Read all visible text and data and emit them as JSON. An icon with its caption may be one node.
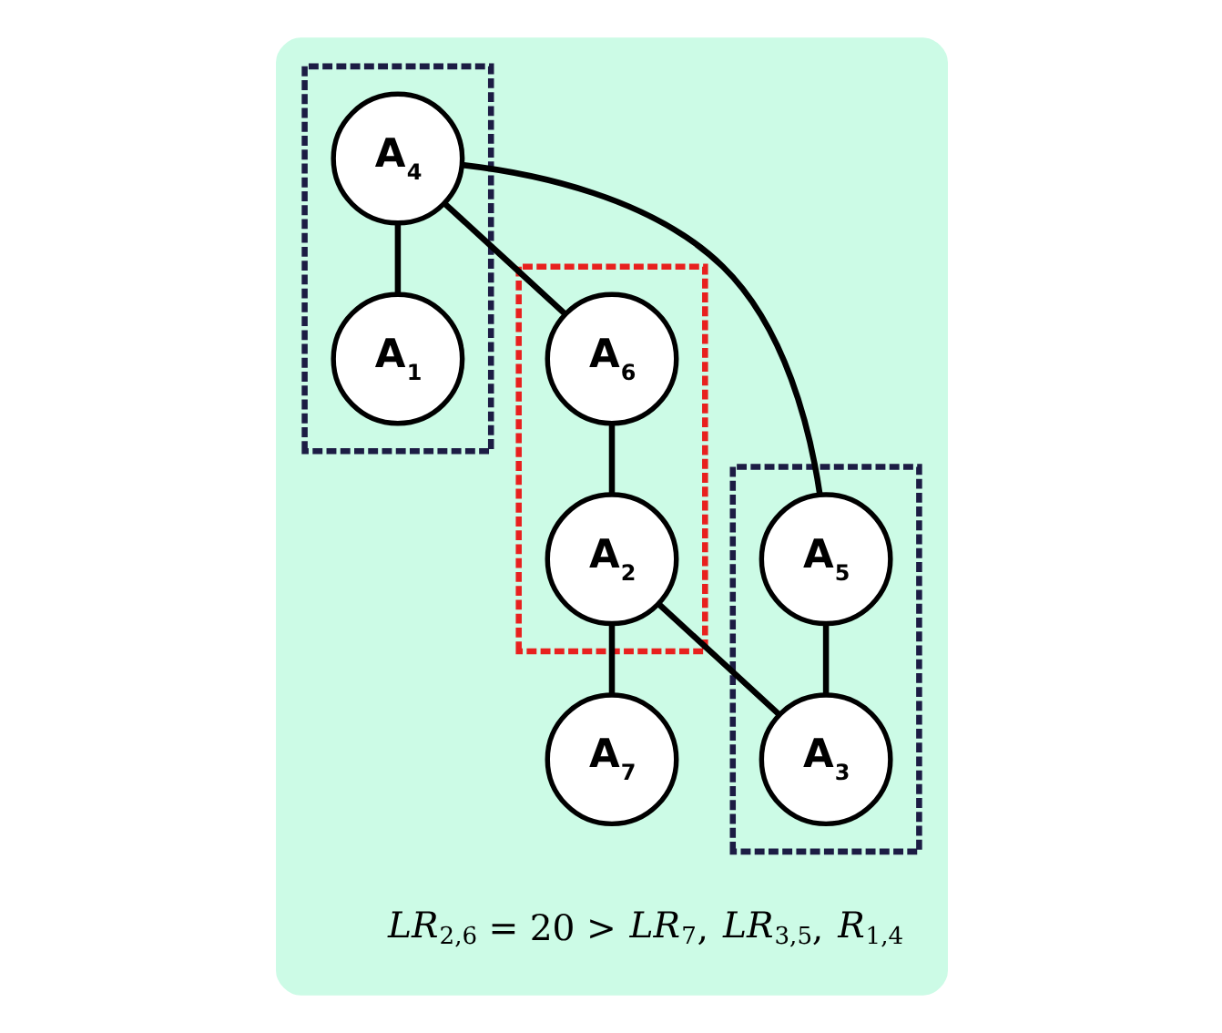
{
  "diagram": {
    "nodes": [
      {
        "text": [],
        "shape": "box"
      },
      {
        "text": [],
        "shape": "box",
        "in": 0
      },
      {
        "text": [],
        "shape": "box",
        "in": 0
      },
      {
        "text": [],
        "shape": "box",
        "in": 0
      },
      {
        "text": [
          "A$_{6}$"
        ],
        "in": 2
      },
      {
        "text": [
          "A$_{7}$"
        ],
        "in": 0
      },
      {
        "text": [
          "A$_{4}$"
        ],
        "in": 1
      },
      {
        "text": [
          "A$_{2}$"
        ],
        "in": 2
      },
      {
        "text": [
          "A$_{1}$"
        ],
        "in": 1
      },
      {
        "text": [
          "A$_{5}$"
        ],
        "in": 3
      },
      {
        "text": [
          "A$_{3}$"
        ],
        "in": 3
      }
    ],
    "edges": [
      {
        "from": 6,
        "to": 4,
        "arrow": "none"
      },
      {
        "from": 6,
        "to": 8,
        "arrow": "none"
      },
      {
        "from": 6,
        "to": 9,
        "arrow": "none"
      },
      {
        "from": 4,
        "to": 7,
        "arrow": "none"
      },
      {
        "from": 7,
        "to": 5,
        "arrow": "none"
      },
      {
        "from": 7,
        "to": 10,
        "arrow": "none"
      },
      {
        "from": 9,
        "to": 10,
        "arrow": "none"
      }
    ],
    "labels": [
      "*LR*$_{2,6}$ = 20 > *LR*$_{7}$, *LR*$_{3,5}$, *R*$_{1,4}$"
    ]
  }
}
